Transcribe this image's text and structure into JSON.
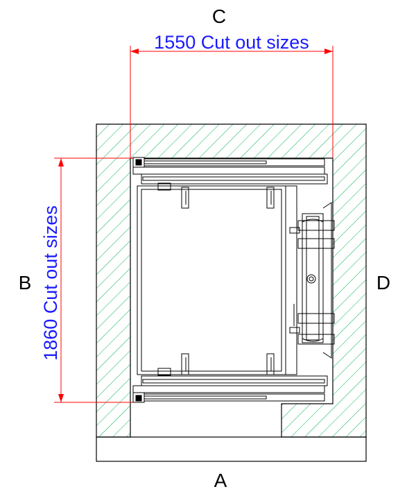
{
  "labels": {
    "top": "C",
    "bottom": "A",
    "left": "B",
    "right": "D"
  },
  "dimensions": {
    "width_text": "1550 Cut out sizes",
    "height_text": "1860 Cut out sizes"
  },
  "colors": {
    "dimension_line": "#ff0000",
    "dimension_text": "#1a1aff",
    "hatch": "#00b050",
    "outline": "#000000",
    "label": "#000000"
  }
}
